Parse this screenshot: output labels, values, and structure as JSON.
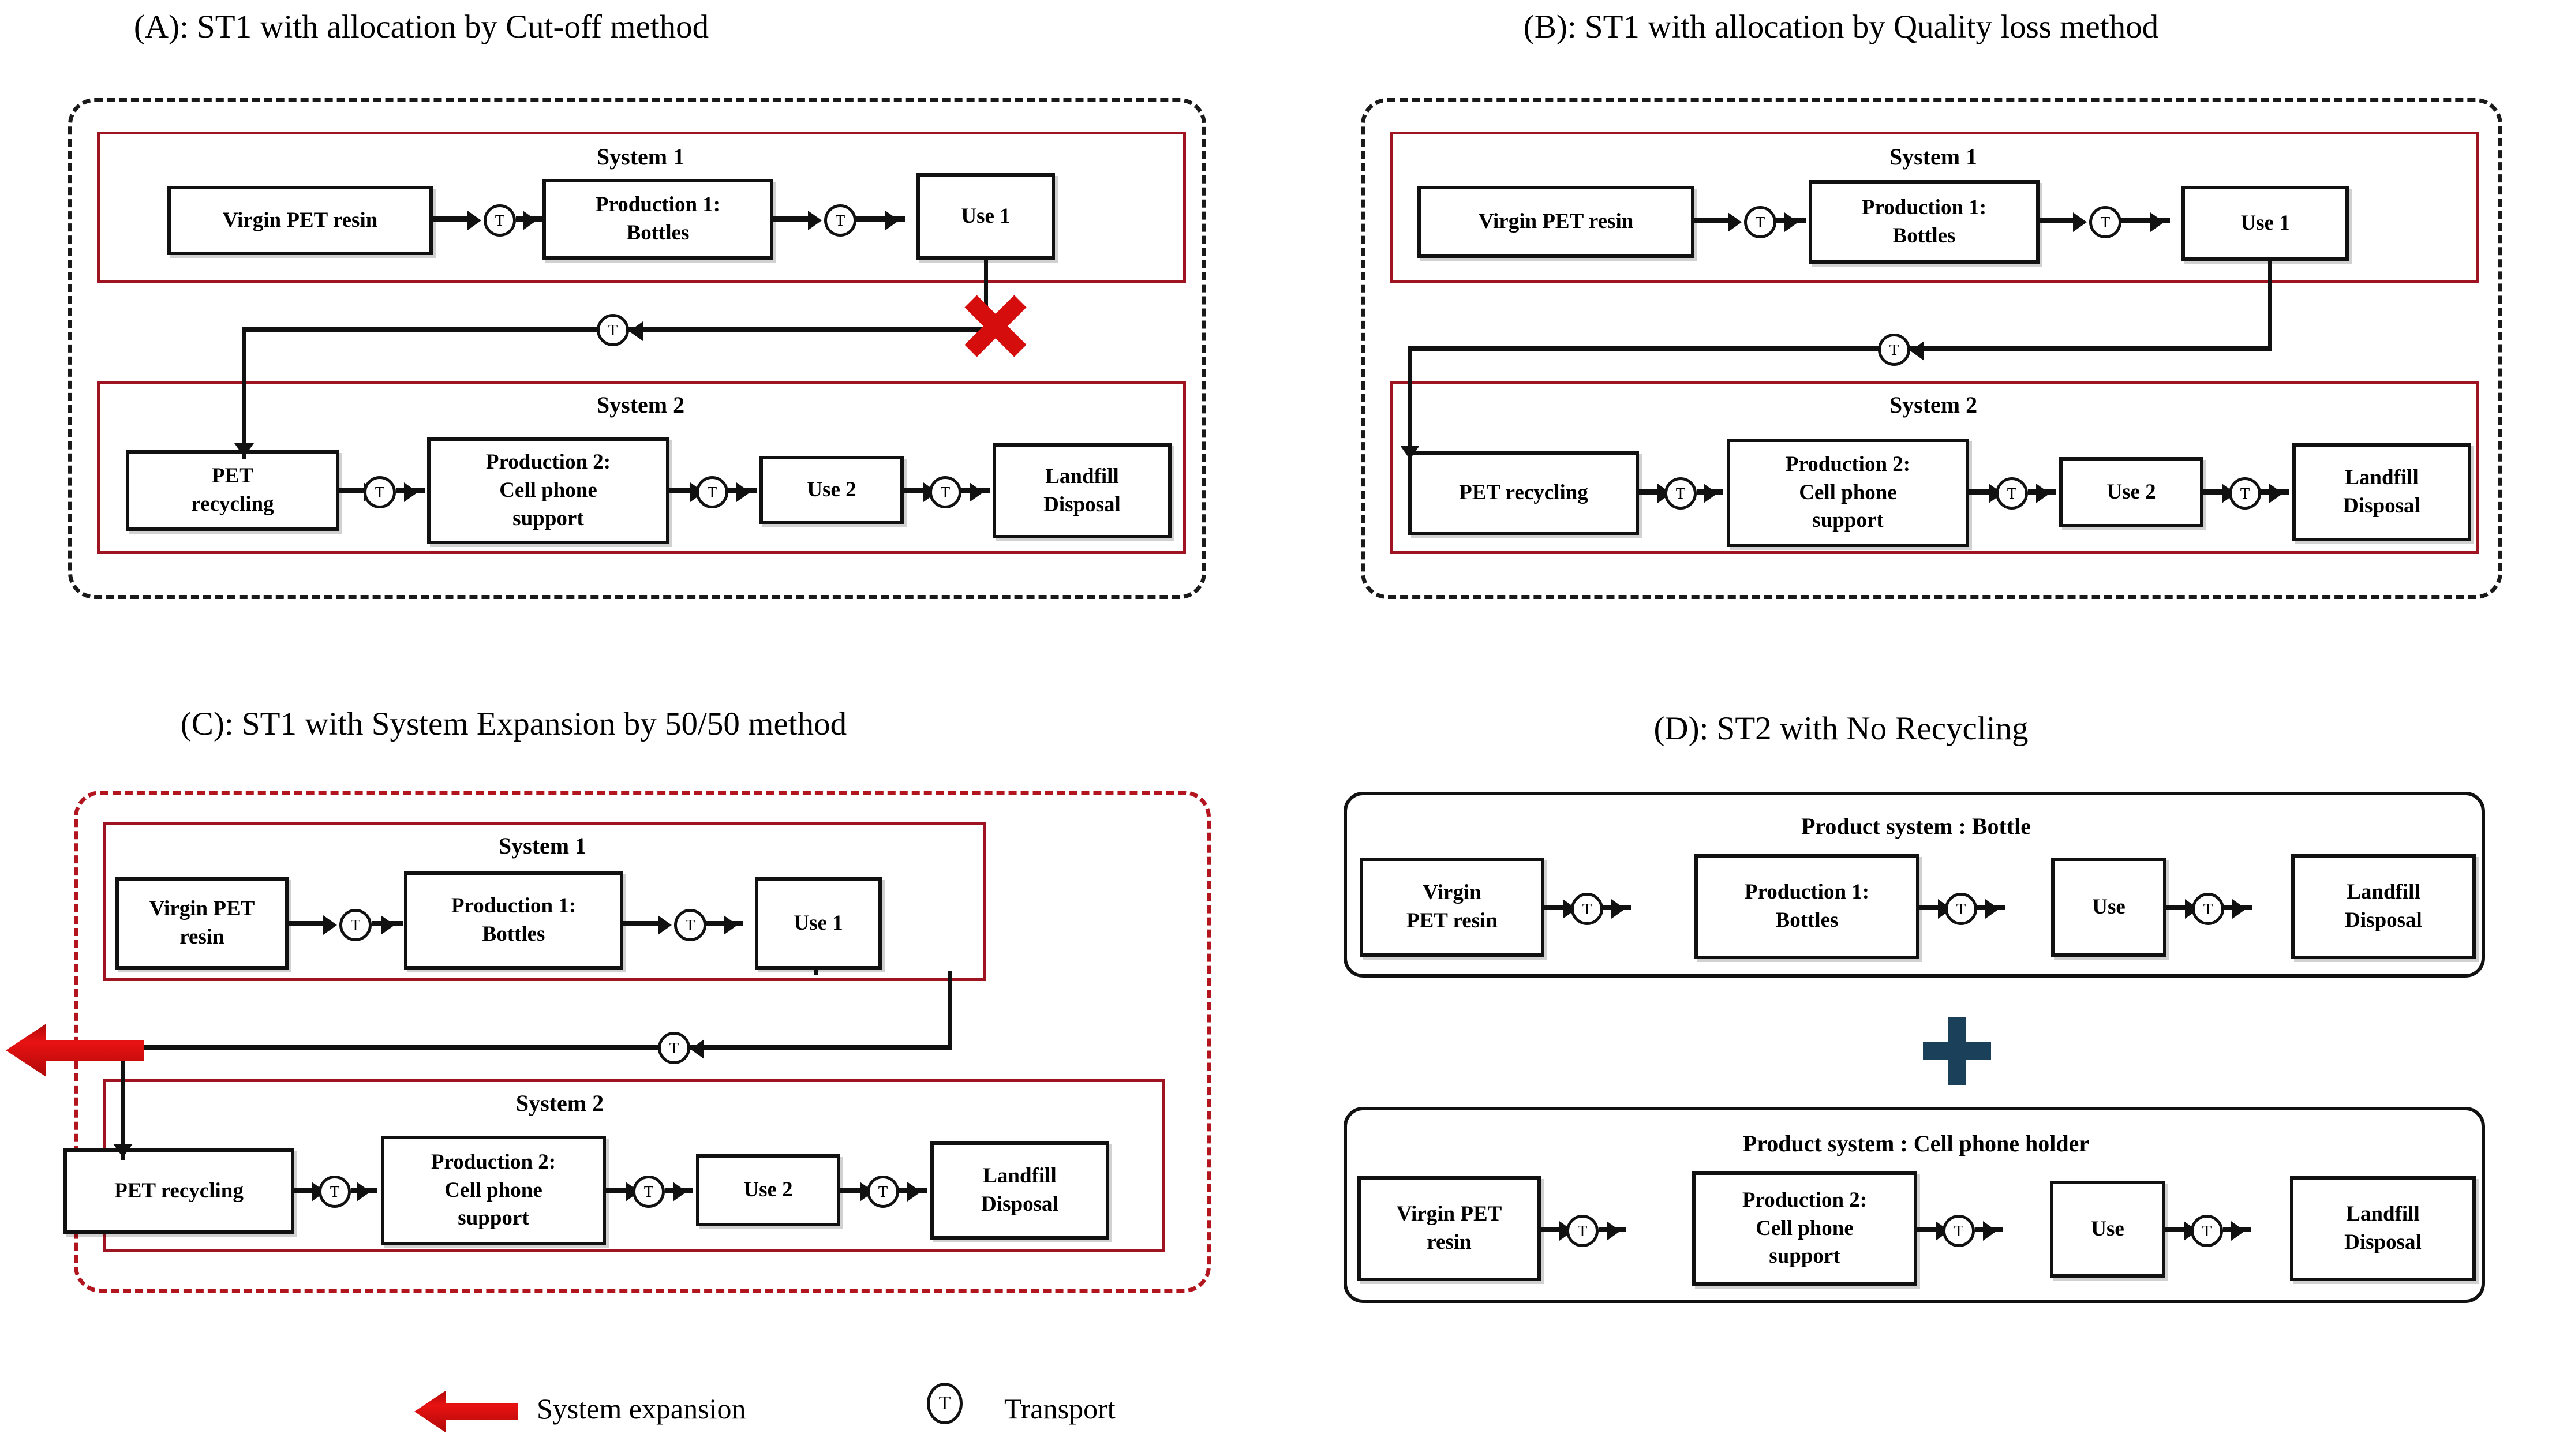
{
  "figure": {
    "panels": [
      {
        "id": "A",
        "title": "(A): ST1 with allocation by Cut-off method",
        "system1_label": "System 1",
        "system2_label": "System 2",
        "system1_nodes": [
          "Virgin PET resin",
          "Production 1:\nBottles",
          "Use 1"
        ],
        "system2_nodes": [
          "PET\nrecycling",
          "Production 2:\nCell phone\nsupport",
          "Use 2",
          "Landfill\nDisposal"
        ],
        "transport_label": "T",
        "cutoff_marker": "red-x",
        "boundary_style": "black-dashed"
      },
      {
        "id": "B",
        "title": "(B): ST1 with allocation by Quality loss method",
        "system1_label": "System 1",
        "system2_label": "System 2",
        "system1_nodes": [
          "Virgin PET resin",
          "Production 1:\nBottles",
          "Use 1"
        ],
        "system2_nodes": [
          "PET recycling",
          "Production 2:\nCell phone\nsupport",
          "Use 2",
          "Landfill\nDisposal"
        ],
        "transport_label": "T",
        "boundary_style": "black-dashed"
      },
      {
        "id": "C",
        "title": "(C): ST1 with System Expansion by 50/50 method",
        "system1_label": "System 1",
        "system2_label": "System 2",
        "system1_nodes": [
          "Virgin PET\nresin",
          "Production 1:\nBottles",
          "Use 1"
        ],
        "system2_nodes": [
          "PET recycling",
          "Production 2:\nCell phone\nsupport",
          "Use 2",
          "Landfill\nDisposal"
        ],
        "transport_label": "T",
        "boundary_style": "red-dashed",
        "expansion_marker": "red-left-arrow"
      },
      {
        "id": "D",
        "title": "(D): ST2 with No Recycling",
        "subsystem1_label": "Product system : Bottle",
        "subsystem2_label": "Product system : Cell phone holder",
        "subsystem1_nodes": [
          "Virgin\nPET resin",
          "Production 1:\nBottles",
          "Use",
          "Landfill\nDisposal"
        ],
        "subsystem2_nodes": [
          "Virgin PET\nresin",
          "Production 2:\nCell phone\nsupport",
          "Use",
          "Landfill\nDisposal"
        ],
        "transport_label": "T",
        "combiner": "plus-sign",
        "boundary_style": "black-rounded-solid"
      }
    ],
    "legend": {
      "items": [
        {
          "icon": "red-left-arrow-icon",
          "label": "System expansion"
        },
        {
          "icon": "transport-circle-icon",
          "label": "Transport",
          "glyph": "T"
        }
      ]
    },
    "colors": {
      "system_border_red": "#9E1420",
      "boundary_dashed_black": "#1a1a1a",
      "boundary_dashed_red": "#B3151F",
      "expansion_arrow_red": "#D60D0D",
      "cutoff_x_red": "#D60D0D",
      "plus_blue": "#1B4059",
      "box_border_black": "#111111"
    }
  }
}
